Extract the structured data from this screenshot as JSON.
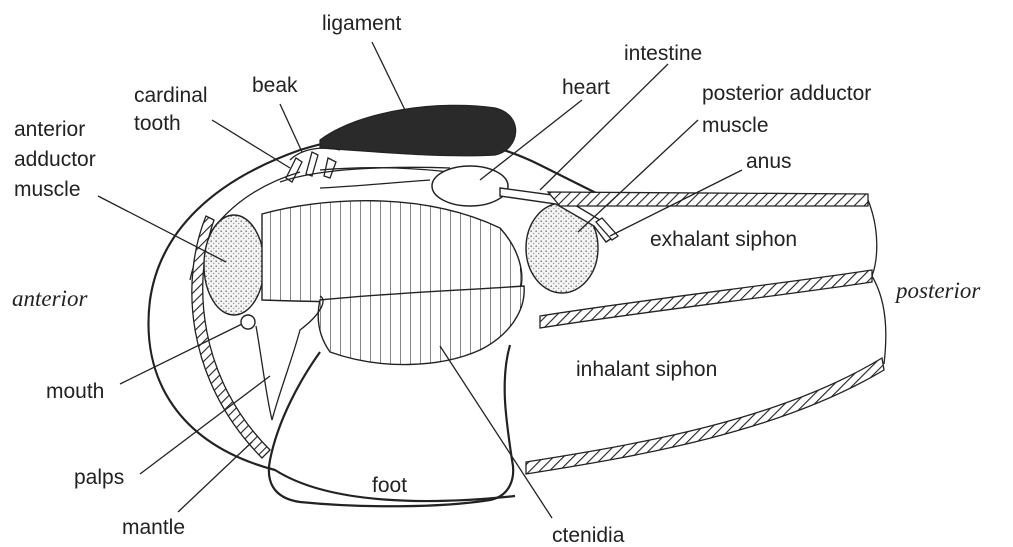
{
  "labels": {
    "ligament": "ligament",
    "intestine": "intestine",
    "beak": "beak",
    "heart": "heart",
    "cardinal": "cardinal",
    "tooth": "tooth",
    "posterior_adductor_1": "posterior adductor",
    "posterior_adductor_2": "muscle",
    "anterior_1": "anterior",
    "anterior_2": "adductor",
    "anterior_3": "muscle",
    "anus": "anus",
    "exhalant_siphon": "exhalant siphon",
    "anterior_dir": "anterior",
    "posterior_dir": "posterior",
    "inhalant_siphon": "inhalant siphon",
    "mouth": "mouth",
    "palps": "palps",
    "foot": "foot",
    "mantle": "mantle",
    "ctenidia": "ctenidia"
  },
  "colors": {
    "ink": "#222222",
    "ligament_fill": "#2a2a2a",
    "stipple": "#888888",
    "background": "#ffffff"
  }
}
